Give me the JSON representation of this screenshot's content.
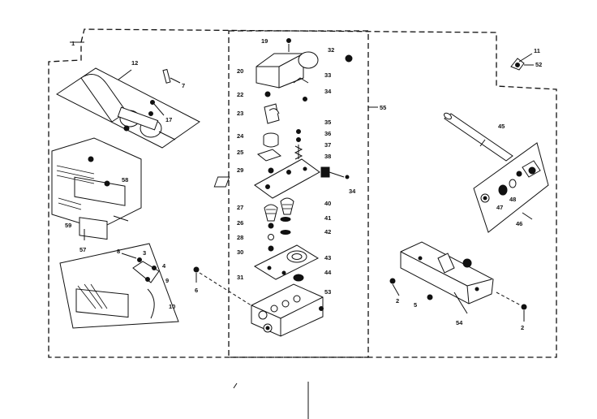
{
  "diagram": {
    "callouts": {
      "c1": "1",
      "c12": "12",
      "c7": "7",
      "c17": "17",
      "c58": "58",
      "c59": "59",
      "c57": "57",
      "c8": "8",
      "c3": "3",
      "c4": "4",
      "c9": "9",
      "c10": "10",
      "c6": "6",
      "c19": "19",
      "c20": "20",
      "c22": "22",
      "c23": "23",
      "c24": "24",
      "c25": "25",
      "c26": "26",
      "c27": "27",
      "c28": "28",
      "c29": "29",
      "c30": "30",
      "c31": "31",
      "c32": "32",
      "c33": "33",
      "c34": "34",
      "c34b": "34",
      "c35": "35",
      "c36": "36",
      "c37": "37",
      "c38": "38",
      "c40": "40",
      "c41": "41",
      "c42": "42",
      "c43": "43",
      "c44": "44",
      "c53": "53",
      "c55": "55",
      "c11": "11",
      "c52": "52",
      "c45": "45",
      "c46": "46",
      "c47": "47",
      "c48": "48",
      "c2": "2",
      "c2b": "2",
      "c5": "5",
      "c54": "54"
    }
  }
}
